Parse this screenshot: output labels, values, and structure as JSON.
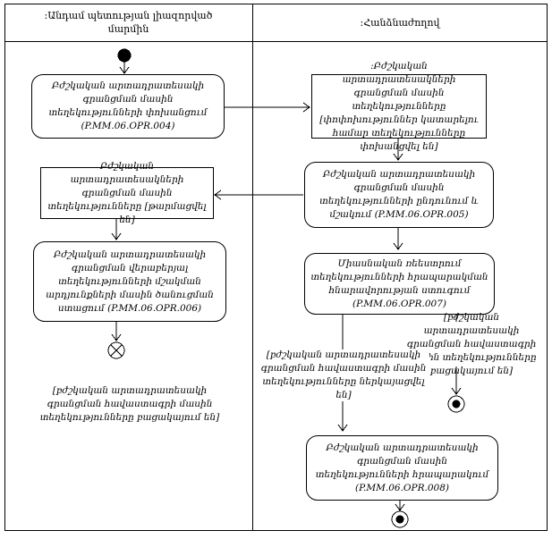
{
  "colors": {
    "line": "#000000",
    "background": "#ffffff",
    "text": "#000000"
  },
  "lanes": {
    "authority": {
      "title": ":Անդամ պետության լիազորված մարմին"
    },
    "commission": {
      "title": ":Հանձնաժողով"
    }
  },
  "nodes": {
    "transfer_info": {
      "type": "action",
      "label": "Բժշկական արտադրատեսակի գրանցման մասին տեղեկությունների փոխանցում (P.MM.06.OPR.004)"
    },
    "info_transferred": {
      "type": "object",
      "label": ":Բժշկական արտադրատեսակների գրանցման մասին տեղեկությունները [փոփոխություններ կատարելու համար տեղեկությունները փոխանցվել են]"
    },
    "receive_process": {
      "type": "action",
      "label": "Բժշկական արտադրատեսակի գրանցման մասին տեղեկությունների ընդունում և մշակում (P.MM.06.OPR.005)"
    },
    "info_updated": {
      "type": "object",
      "label": "Բժշկական արտադրատեսակների գրանցման մասին տեղեկությունները [թարմացվել են]"
    },
    "receive_notification": {
      "type": "action",
      "label": "Բժշկական արտադրատեսակի գրանցման վերաբերյալ տեղեկությունների մշակման արդյունքների մասին ծանուցման ստացում (P.MM.06.OPR.006)"
    },
    "check_publication": {
      "type": "action",
      "label": "Միասնական ռեեստրում տեղեկությունների հրապարակման հնարավորության ստուգում (P.MM.06.OPR.007)"
    },
    "publish_info": {
      "type": "action",
      "label": "Բժշկական արտադրատեսակի գրանցման մասին տեղեկությունների հրապարակում (P.MM.06.OPR.008)"
    }
  },
  "guards": {
    "certificate_missing_note": "[բժշկական արտադրատեսակի գրանցման հավաստագրի մասին տեղեկությունները բացակայում են]",
    "certificate_submitted": "[բժշկական արտադրատեսակի գրանցման հավաստագրի մասին տեղեկությունները ներկայացվել են]",
    "certificate_missing": "[բժշկական արտադրատեսակի գրանցման հավաստագրի մասին տեղեկությունները բացակայում են]"
  }
}
